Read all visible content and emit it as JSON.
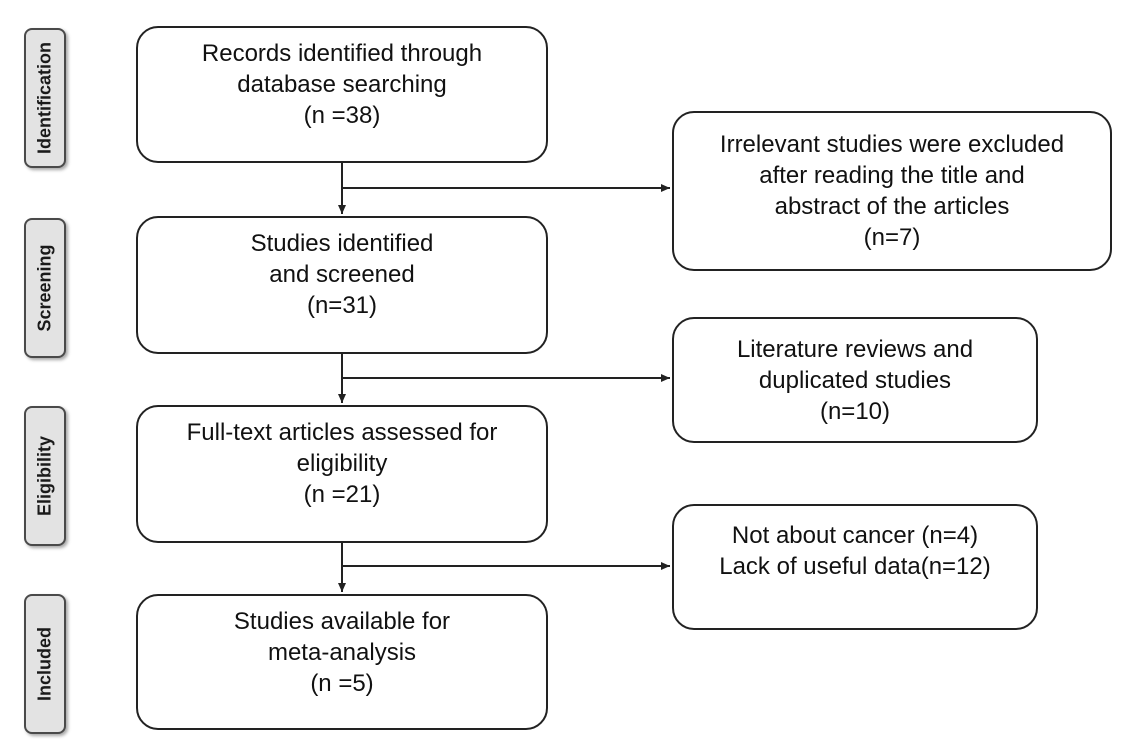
{
  "phases": {
    "identification": "Identification",
    "screening": "Screening",
    "eligibility": "Eligibility",
    "included": "Included"
  },
  "main_boxes": {
    "records": [
      "Records identified through",
      "database searching",
      "(n =38)"
    ],
    "screened": [
      "Studies identified",
      "and screened",
      "(n=31)"
    ],
    "eligibility": [
      "Full-text articles assessed for",
      "eligibility",
      "(n =21)"
    ],
    "included": [
      "Studies available for",
      "meta-analysis",
      "(n =5)"
    ]
  },
  "excluded_boxes": {
    "irrelevant": [
      "Irrelevant studies were excluded",
      "after  reading the title and",
      "abstract of the articles",
      "(n=7)"
    ],
    "reviews": [
      "Literature reviews and",
      "duplicated studies",
      "(n=10)"
    ],
    "not_useful": [
      "Not about cancer (n=4)",
      "Lack of useful data(n=12)"
    ]
  },
  "colors": {
    "line": "#222222",
    "phase_fill": "#e3e3e3",
    "phase_border": "#4a4a4a"
  }
}
